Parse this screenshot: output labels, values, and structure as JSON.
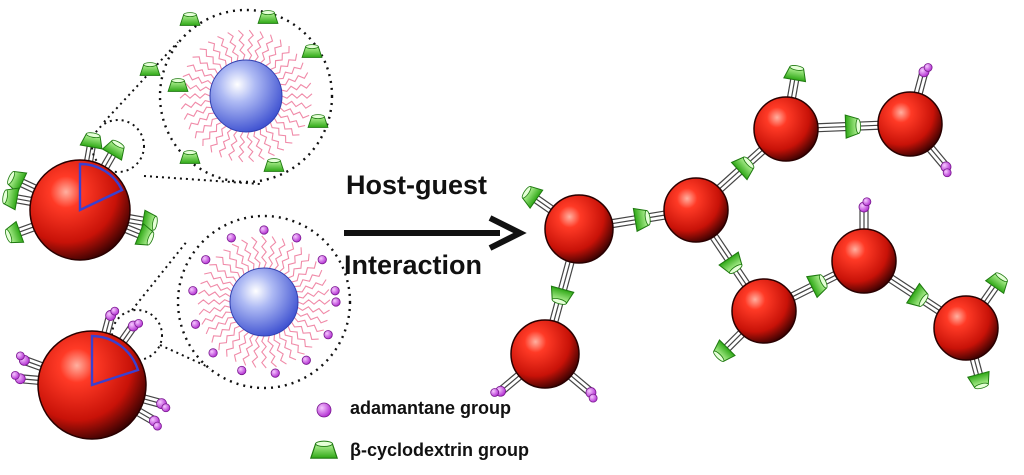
{
  "labels": {
    "arrow_top": "Host-guest",
    "arrow_bottom": "Interaction"
  },
  "legend": {
    "adamantane": "adamantane group",
    "cyclodextrin": "β-cyclodextrin group"
  },
  "colors": {
    "particle_red": "#e0201a",
    "core_blue": "#5a6ee0",
    "cyclodextrin_green": "#5fd33a",
    "adamantane_purple": "#cc44e6",
    "ligand_pink": "#f08aa8",
    "text": "#111111"
  }
}
